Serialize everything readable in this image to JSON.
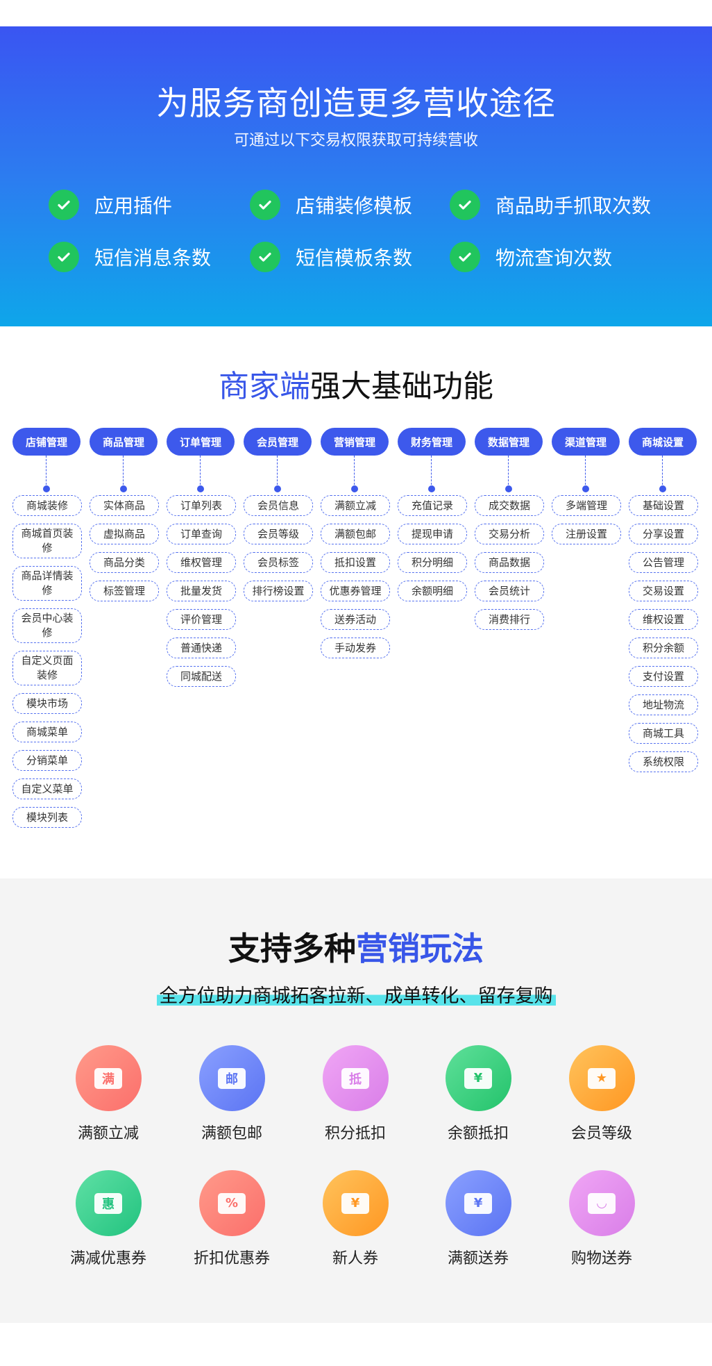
{
  "hero": {
    "title": "为服务商创造更多营收途径",
    "subtitle": "可通过以下交易权限获取可持续营收",
    "permissions": [
      "应用插件",
      "店铺装修模板",
      "商品助手抓取次数",
      "短信消息条数",
      "短信模板条数",
      "物流查询次数"
    ]
  },
  "functions": {
    "title_accent": "商家端",
    "title_rest": "强大基础功能",
    "columns": [
      {
        "name": "店铺管理",
        "items": [
          "商城装修",
          "商城首页装修",
          "商品详情装修",
          "会员中心装修",
          "自定义页面装修",
          "模块市场",
          "商城菜单",
          "分销菜单",
          "自定义菜单",
          "模块列表"
        ]
      },
      {
        "name": "商品管理",
        "items": [
          "实体商品",
          "虚拟商品",
          "商品分类",
          "标签管理"
        ]
      },
      {
        "name": "订单管理",
        "items": [
          "订单列表",
          "订单查询",
          "维权管理",
          "批量发货",
          "评价管理",
          "普通快递",
          "同城配送"
        ]
      },
      {
        "name": "会员管理",
        "items": [
          "会员信息",
          "会员等级",
          "会员标签",
          "排行榜设置"
        ]
      },
      {
        "name": "营销管理",
        "items": [
          "满额立减",
          "满额包邮",
          "抵扣设置",
          "优惠券管理",
          "送券活动",
          "手动发券"
        ]
      },
      {
        "name": "财务管理",
        "items": [
          "充值记录",
          "提现申请",
          "积分明细",
          "余额明细"
        ]
      },
      {
        "name": "数据管理",
        "items": [
          "成交数据",
          "交易分析",
          "商品数据",
          "会员统计",
          "消费排行"
        ]
      },
      {
        "name": "渠道管理",
        "items": [
          "多端管理",
          "注册设置"
        ]
      },
      {
        "name": "商城设置",
        "items": [
          "基础设置",
          "分享设置",
          "公告管理",
          "交易设置",
          "维权设置",
          "积分余额",
          "支付设置",
          "地址物流",
          "商城工具",
          "系统权限"
        ]
      }
    ]
  },
  "marketing": {
    "title_plain": "支持多种",
    "title_accent": "营销玩法",
    "subtitle": "全方位助力商城拓客拉新、成单转化、留存复购",
    "tools": [
      {
        "label": "满额立减",
        "icon": "ticket-man-icon",
        "glyph": "满",
        "colors": [
          "#ff9a8a",
          "#fb6f6b"
        ],
        "glyph_color": "#fb6f6b"
      },
      {
        "label": "满额包邮",
        "icon": "mail-icon",
        "glyph": "邮",
        "colors": [
          "#8aa0ff",
          "#5b74f3"
        ],
        "glyph_color": "#5b74f3"
      },
      {
        "label": "积分抵扣",
        "icon": "points-icon",
        "glyph": "抵",
        "colors": [
          "#f0a6f5",
          "#d97ee8"
        ],
        "glyph_color": "#d97ee8"
      },
      {
        "label": "余额抵扣",
        "icon": "money-bag-icon",
        "glyph": "¥",
        "colors": [
          "#5fe09a",
          "#23c36b"
        ],
        "glyph_color": "#23c36b"
      },
      {
        "label": "会员等级",
        "icon": "medal-icon",
        "glyph": "★",
        "colors": [
          "#ffc35c",
          "#ff9722"
        ],
        "glyph_color": "#ff9722"
      },
      {
        "label": "满减优惠券",
        "icon": "coupon-hui-icon",
        "glyph": "惠",
        "colors": [
          "#5fe0a5",
          "#22c37f"
        ],
        "glyph_color": "#22c37f"
      },
      {
        "label": "折扣优惠券",
        "icon": "tag-icon",
        "glyph": "%",
        "colors": [
          "#ff9a8a",
          "#fb6f6b"
        ],
        "glyph_color": "#fb6f6b"
      },
      {
        "label": "新人券",
        "icon": "new-coupon-icon",
        "glyph": "¥",
        "colors": [
          "#ffc35c",
          "#ff9722"
        ],
        "glyph_color": "#ff9722"
      },
      {
        "label": "满额送券",
        "icon": "coupon-stack-icon",
        "glyph": "¥",
        "colors": [
          "#8aa0ff",
          "#5b74f3"
        ],
        "glyph_color": "#5b74f3"
      },
      {
        "label": "购物送券",
        "icon": "shopping-bag-icon",
        "glyph": "◡",
        "colors": [
          "#f0a6f5",
          "#d97ee8"
        ],
        "glyph_color": "#d97ee8"
      }
    ]
  }
}
